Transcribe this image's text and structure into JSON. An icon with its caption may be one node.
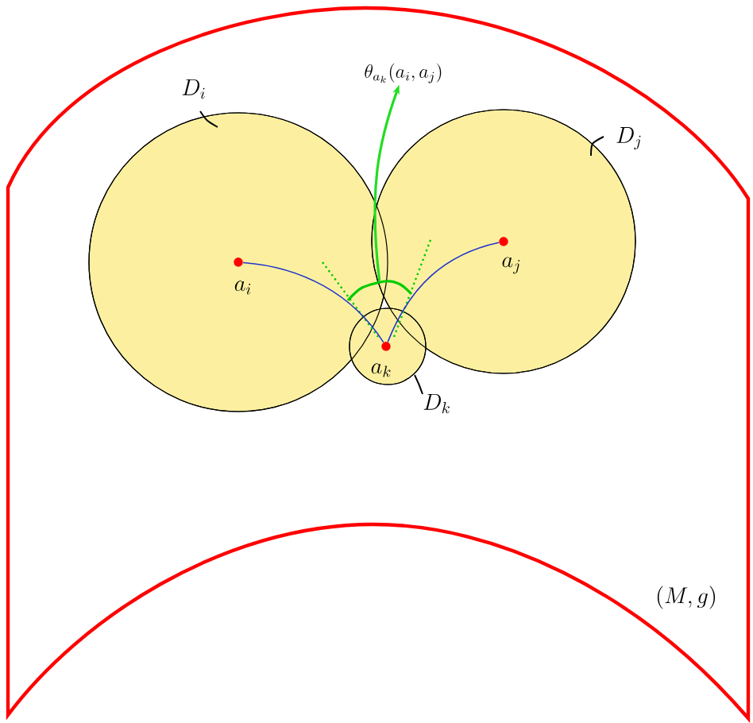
{
  "diagram": {
    "nodes": [
      {
        "text": [
          "(M,g)"
        ]
      },
      {
        "text": [
          "D_i"
        ],
        "in": 0
      },
      {
        "text": [
          "a_i"
        ],
        "in": 1
      },
      {
        "text": [
          "D_j"
        ],
        "in": 0
      },
      {
        "text": [
          "a_j"
        ],
        "in": 3
      },
      {
        "text": [
          "D_k"
        ],
        "in": 0
      },
      {
        "text": [
          "a_k"
        ],
        "in": 5
      },
      {
        "text": [
          "\\theta_{a_k}(a_i,a_j)"
        ],
        "in": 0
      },
      {
        "text": [],
        "shape": "arc",
        "in": 0
      }
    ],
    "edges": [
      {
        "from": 6,
        "to": 2,
        "arrow": "none",
        "color": "#2233cc"
      },
      {
        "from": 6,
        "to": 4,
        "arrow": "none",
        "color": "#2233cc"
      },
      {
        "from": 8,
        "to": 7,
        "arrow": "to",
        "color": "#22dd22"
      }
    ]
  }
}
